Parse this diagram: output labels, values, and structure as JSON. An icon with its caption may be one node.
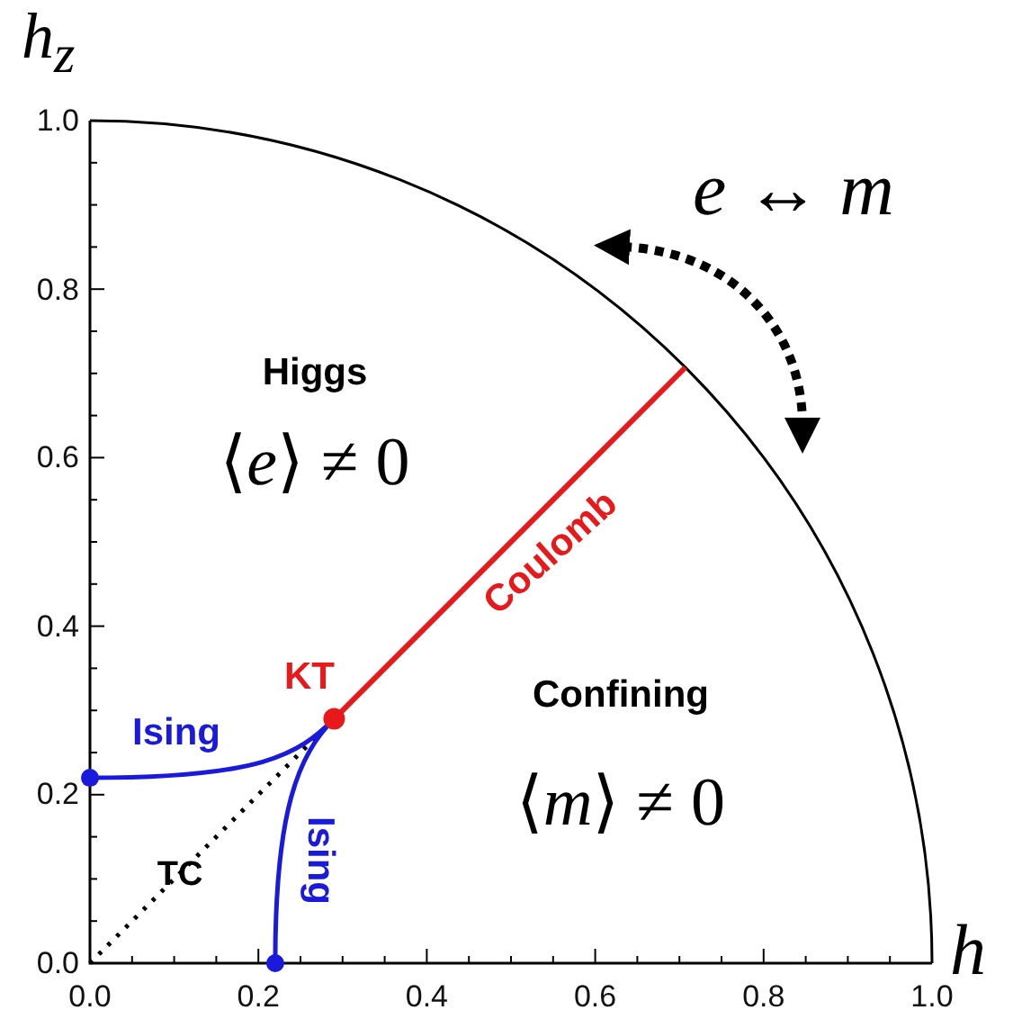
{
  "diagram": {
    "labels": [
      "h$_{z}$",
      "1.0",
      "e ↔ m",
      "0.8",
      "Higgs",
      "0.6",
      "⟨*e*⟩ ≠ 0",
      "Coulomb",
      "0.4",
      "KT",
      "Confining",
      "Ising",
      "0.2",
      "⟨*m*⟩ ≠ 0",
      "Ising",
      "TC",
      "0.0",
      "h",
      "0.0",
      "0.2",
      "0.4",
      "0.6",
      "0.8",
      "1.0"
    ]
  }
}
